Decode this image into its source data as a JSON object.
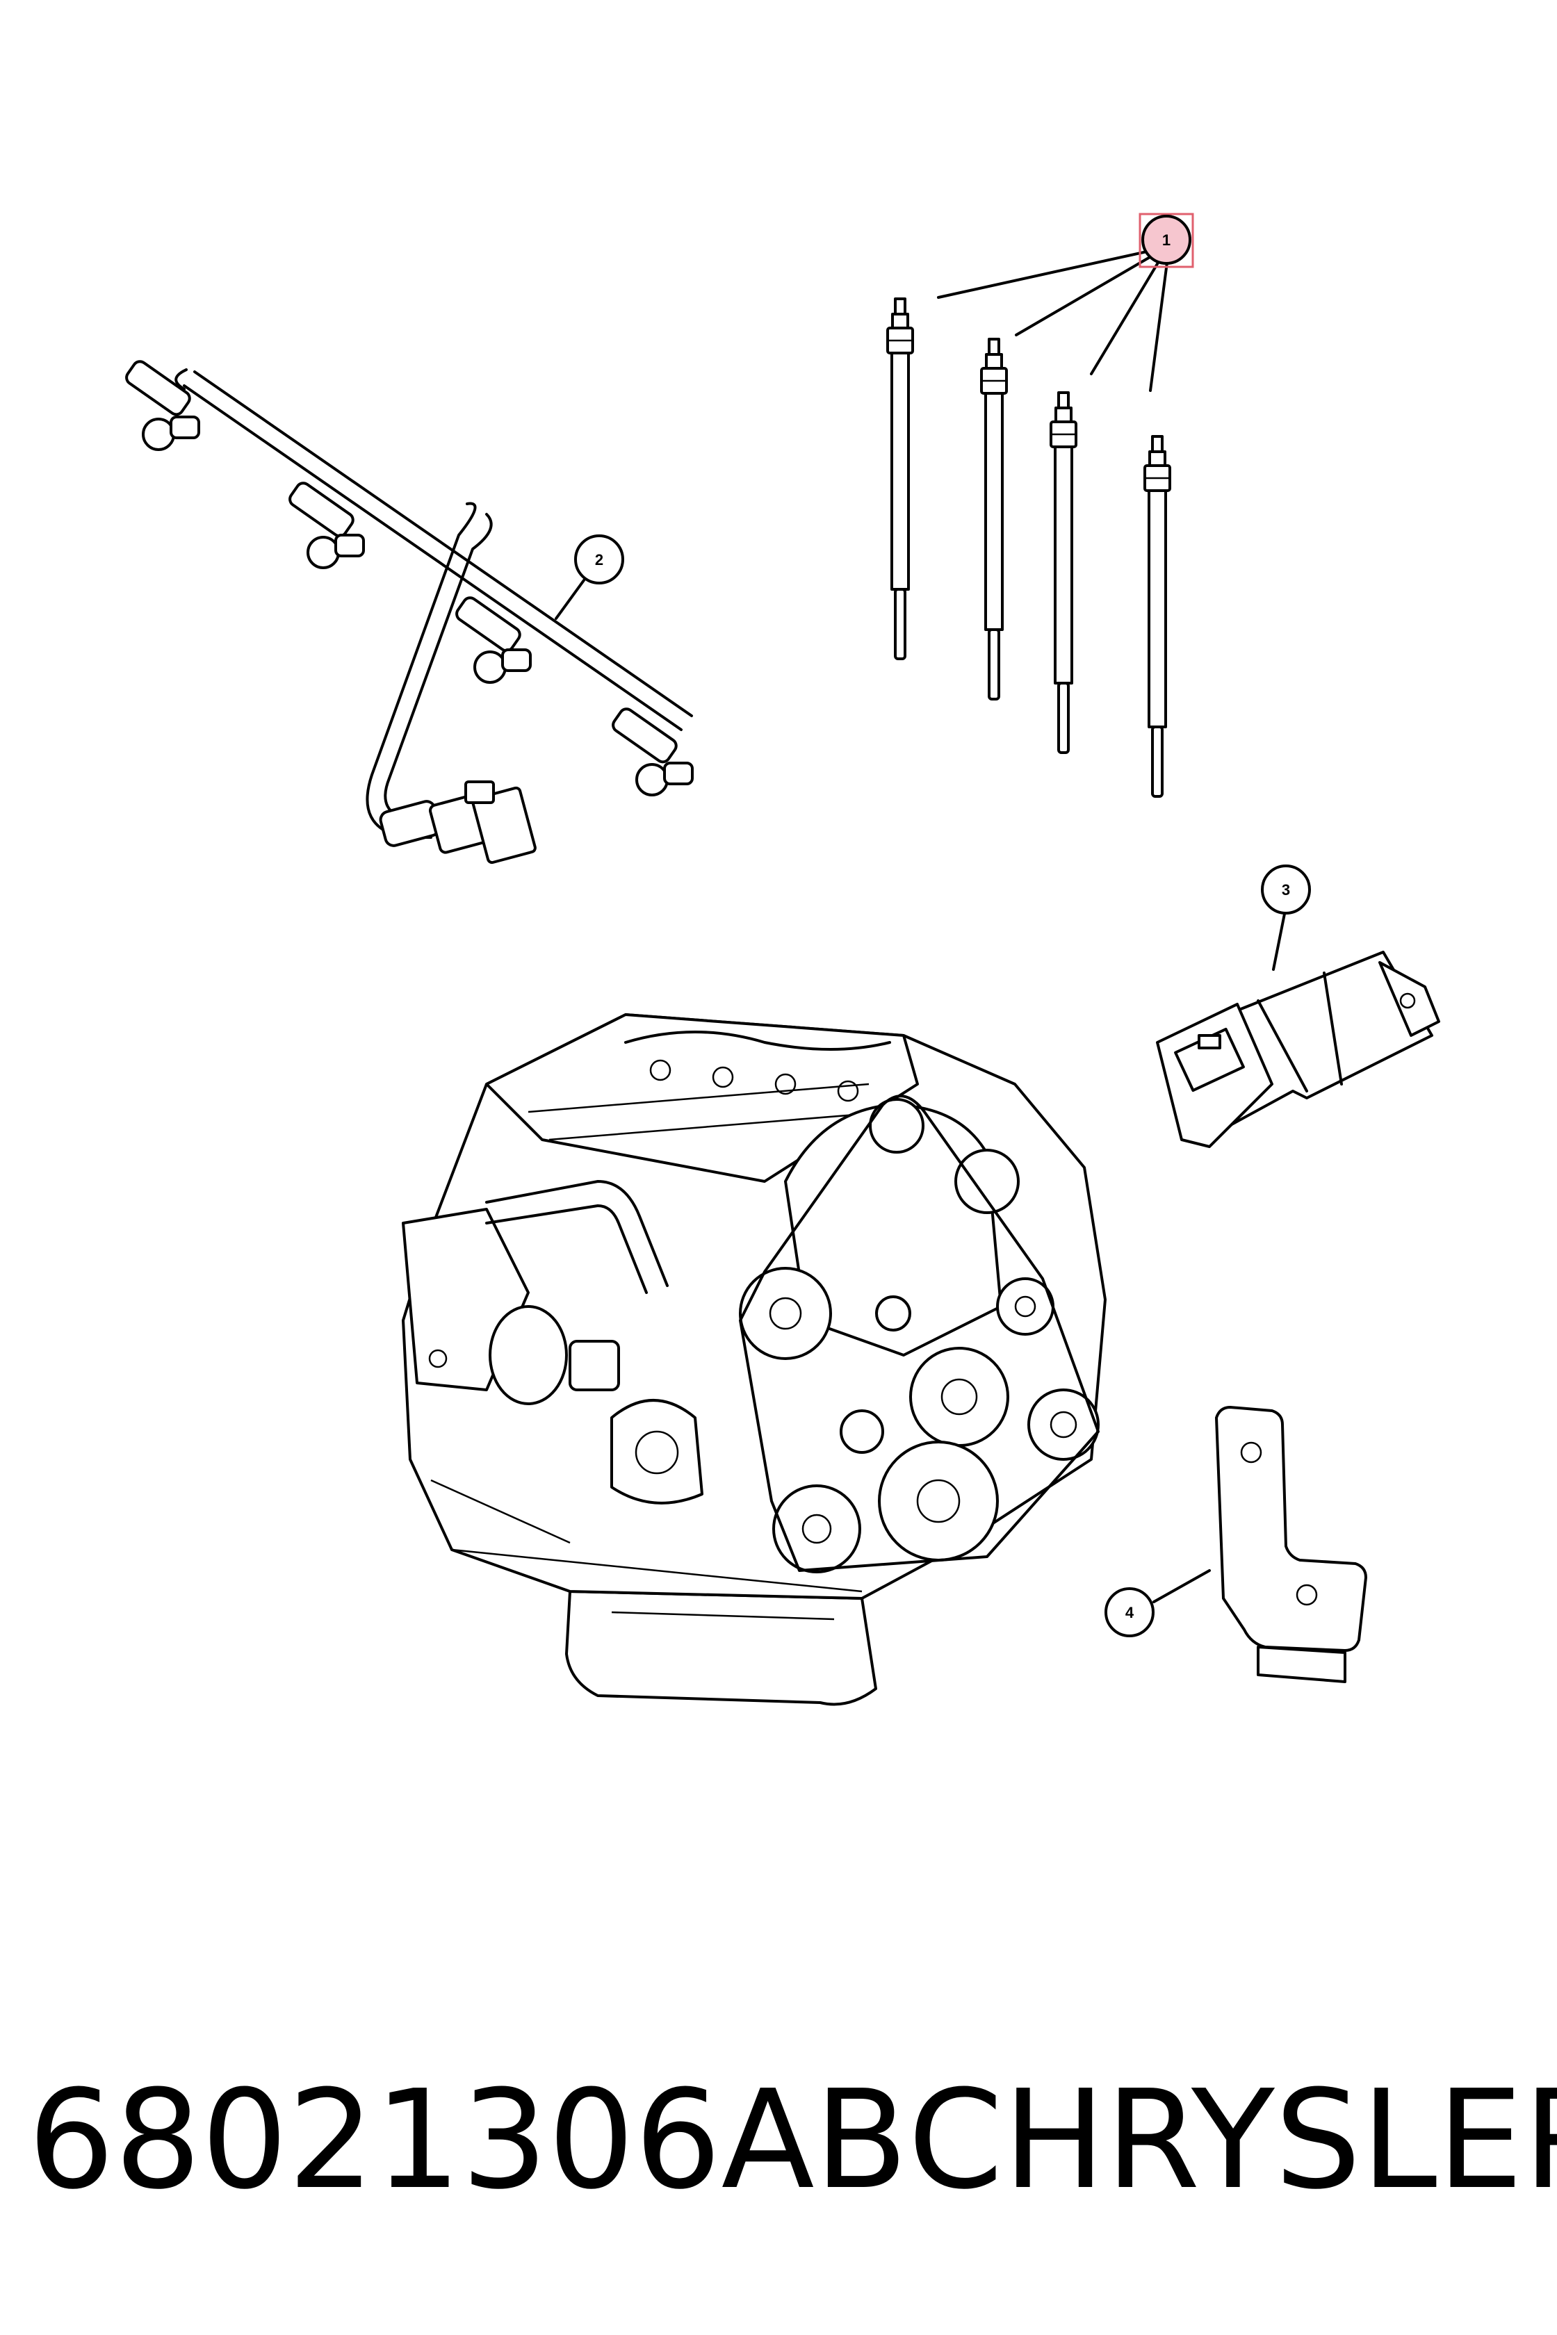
{
  "callouts": {
    "c1": "1",
    "c2": "2",
    "c3": "3",
    "c4": "4"
  },
  "caption": {
    "part_number": "68021306AB",
    "brand": "CHRYSLER"
  },
  "colors": {
    "line": "#000000",
    "highlight_fill": "#f6c6cf",
    "highlight_stroke": "#e0606e"
  }
}
